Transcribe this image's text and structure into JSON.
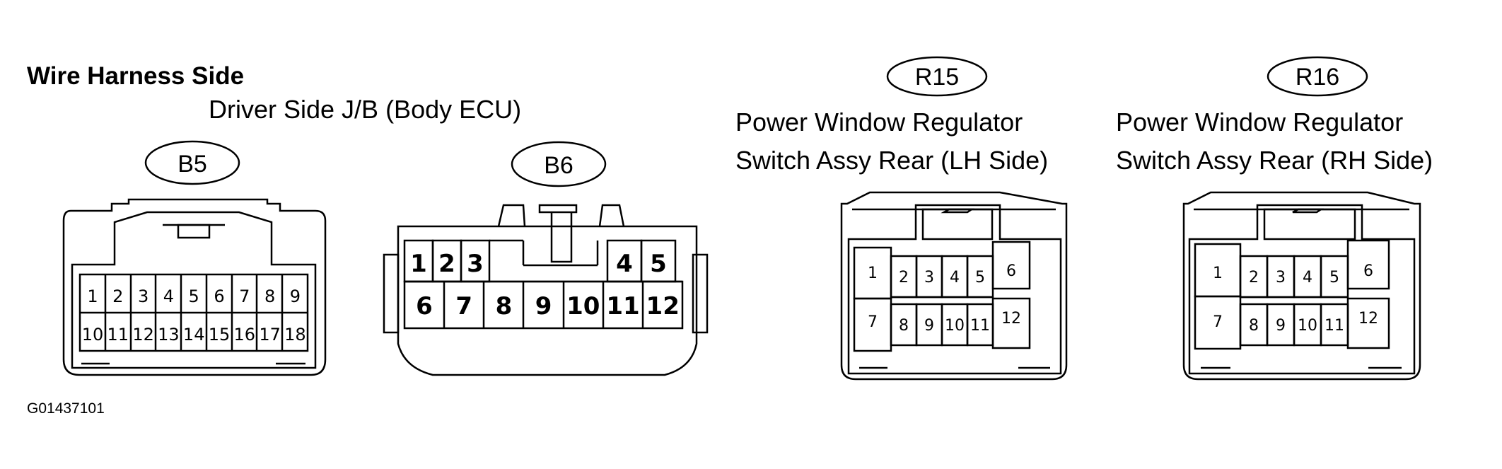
{
  "heading": "Wire Harness Side",
  "figure_id": "G01437101",
  "ecu_label": "Driver Side J/B (Body ECU)",
  "connectors": {
    "b5": {
      "code": "B5",
      "pins_top": [
        "1",
        "2",
        "3",
        "4",
        "5",
        "6",
        "7",
        "8",
        "9"
      ],
      "pins_bottom": [
        "10",
        "11",
        "12",
        "13",
        "14",
        "15",
        "16",
        "17",
        "18"
      ]
    },
    "b6": {
      "code": "B6",
      "pins_top_left": [
        "1",
        "2",
        "3"
      ],
      "pins_top_right": [
        "4",
        "5"
      ],
      "pins_bottom": [
        "6",
        "7",
        "8",
        "9",
        "10",
        "11",
        "12"
      ]
    },
    "r15": {
      "code": "R15",
      "name_line1": "Power Window Regulator",
      "name_line2": "Switch Assy Rear (LH Side)",
      "pin_left_top": "1",
      "pin_left_bottom": "7",
      "pins_mid_top": [
        "2",
        "3",
        "4",
        "5"
      ],
      "pins_mid_bottom": [
        "8",
        "9",
        "10",
        "11"
      ],
      "pin_right_top": "6",
      "pin_right_bottom": "12"
    },
    "r16": {
      "code": "R16",
      "name_line1": "Power Window Regulator",
      "name_line2": "Switch Assy Rear (RH Side)",
      "pin_left_top": "1",
      "pin_left_bottom": "7",
      "pins_mid_top": [
        "2",
        "3",
        "4",
        "5"
      ],
      "pins_mid_bottom": [
        "8",
        "9",
        "10",
        "11"
      ],
      "pin_right_top": "6",
      "pin_right_bottom": "12"
    }
  }
}
